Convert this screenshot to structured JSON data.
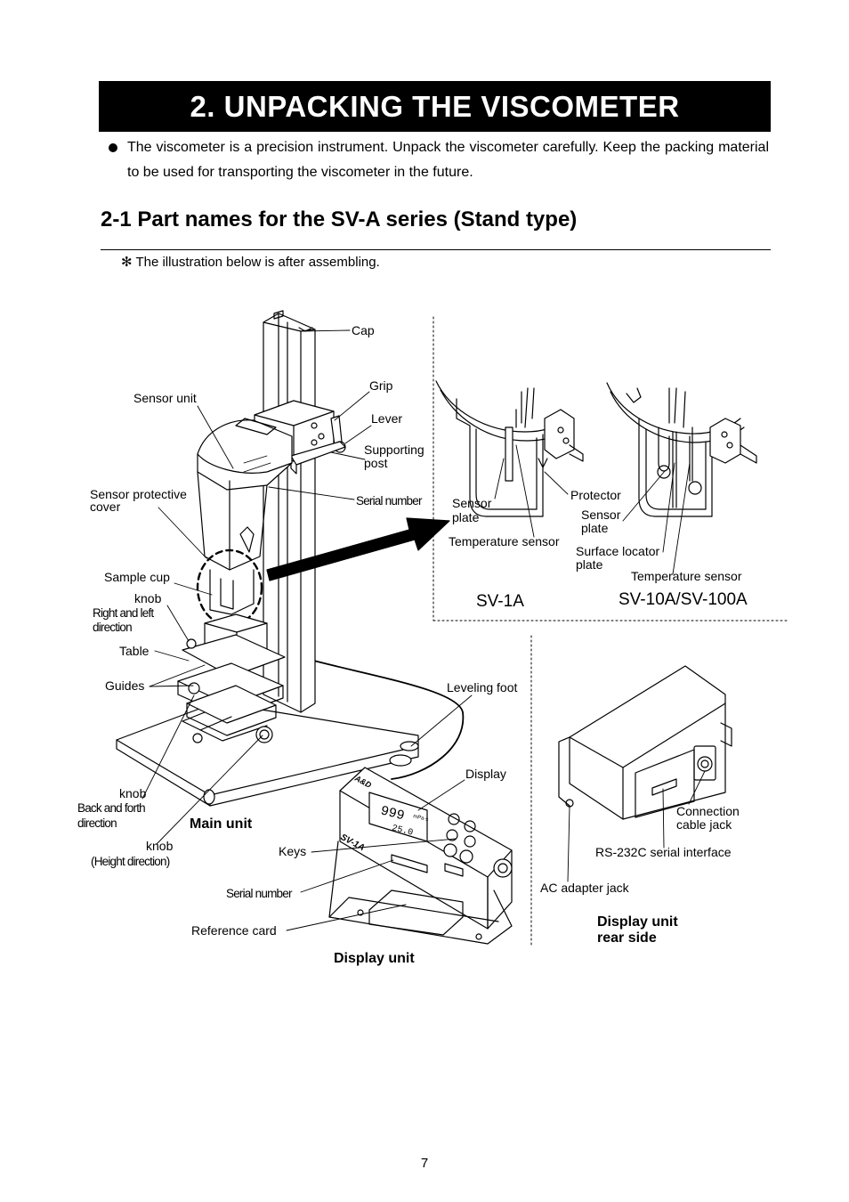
{
  "header": {
    "title": "2.  UNPACKING THE VISCOMETER"
  },
  "intro": {
    "bullet": "The viscometer is a precision instrument. Unpack the viscometer carefully. Keep the packing material to be used for transporting the viscometer in the future."
  },
  "section": {
    "heading": "2-1  Part names for the SV-A series (Stand type)",
    "note": "✻ The illustration below is after assembling."
  },
  "labels": {
    "cap": "Cap",
    "grip": "Grip",
    "sensor_unit": "Sensor unit",
    "lever": "Lever",
    "supporting_post_1": "Supporting",
    "supporting_post_2": "post",
    "sensor_protective_cover_1": "Sensor protective",
    "sensor_protective_cover_2": "cover",
    "serial_number_main": "Serial number",
    "sample_cup": "Sample cup",
    "knob_lr": "knob",
    "knob_lr_dir_1": "Right and left",
    "knob_lr_dir_2": "direction",
    "table": "Table",
    "guides": "Guides",
    "leveling_foot": "Leveling foot",
    "knob_bf": "knob",
    "knob_bf_dir_1": "Back and forth",
    "knob_bf_dir_2": "direction",
    "main_unit": "Main unit",
    "knob_h": "knob",
    "knob_h_dir": "(Height direction)",
    "display": "Display",
    "keys": "Keys",
    "serial_number_display": "Serial number",
    "reference_card": "Reference card",
    "display_unit": "Display unit",
    "sv1a_sensor_plate_1": "Sensor",
    "sv1a_sensor_plate_2": "plate",
    "sv1a_temperature_sensor": "Temperature sensor",
    "protector": "Protector",
    "sv10a_sensor_plate_1": "Sensor",
    "sv10a_sensor_plate_2": "plate",
    "surface_locator_1": "Surface locator",
    "surface_locator_2": "plate",
    "sv10a_temperature_sensor": "Temperature sensor",
    "model_sv1a": "SV-1A",
    "model_sv10a": "SV-10A/SV-100A",
    "connection_cable_jack_1": "Connection",
    "connection_cable_jack_2": "cable jack",
    "rs232c": "RS-232C serial interface",
    "ac_adapter_jack": "AC adapter jack",
    "display_rear_1": "Display unit",
    "display_rear_2": "rear side"
  },
  "device_text": {
    "display_value": "999",
    "temp_value": "25.0",
    "brand": "A&D",
    "model_plate": "SV-1A",
    "unit_label": "mPa·s"
  },
  "footer": {
    "page_number": "7"
  }
}
